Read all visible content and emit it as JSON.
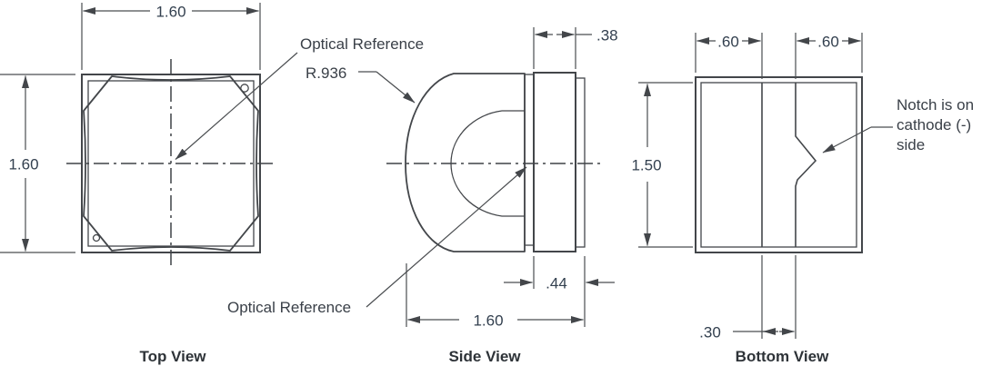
{
  "drawing": {
    "views": {
      "top": {
        "title": "Top View",
        "width_dim": "1.60",
        "height_dim": "1.60",
        "optical_label": "Optical Reference"
      },
      "side": {
        "title": "Side View",
        "radius_label": "R.936",
        "optical_label": "Optical Reference",
        "back_width_dim": ".38",
        "body_width_dim": ".44",
        "total_width_dim": "1.60"
      },
      "bottom": {
        "title": "Bottom View",
        "left_pad_dim": ".60",
        "right_pad_dim": ".60",
        "pad_height_dim": "1.50",
        "gap_dim": ".30",
        "notch_note_lines": [
          "Notch is on",
          "cathode (-)",
          "side"
        ]
      }
    },
    "colors": {
      "line": "#43464a",
      "dimension_text": "#33404f",
      "label_text": "#3a4048",
      "title_text": "#2e3338",
      "background": "#ffffff"
    }
  }
}
